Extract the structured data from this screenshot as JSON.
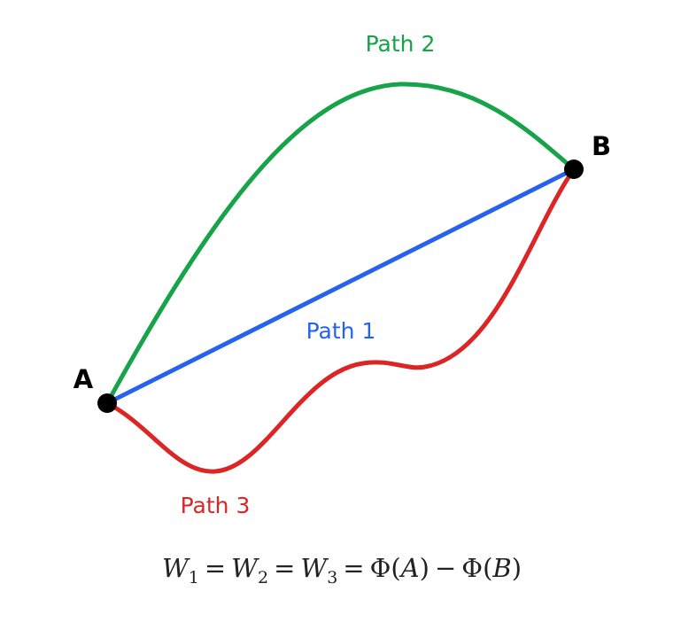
{
  "diagram": {
    "points": {
      "a": {
        "label": "A"
      },
      "b": {
        "label": "B"
      }
    },
    "paths": [
      {
        "label": "Path 1",
        "color": "#2563eb"
      },
      {
        "label": "Path 2",
        "color": "#16a34a"
      },
      {
        "label": "Path 3",
        "color": "#dc2626"
      }
    ],
    "equation": {
      "w": "W",
      "sub1": "1",
      "sub2": "2",
      "sub3": "3",
      "eq": "=",
      "phi": "Φ",
      "minus": "−",
      "open": "(",
      "close": ")",
      "a": "A",
      "b": "B"
    }
  }
}
